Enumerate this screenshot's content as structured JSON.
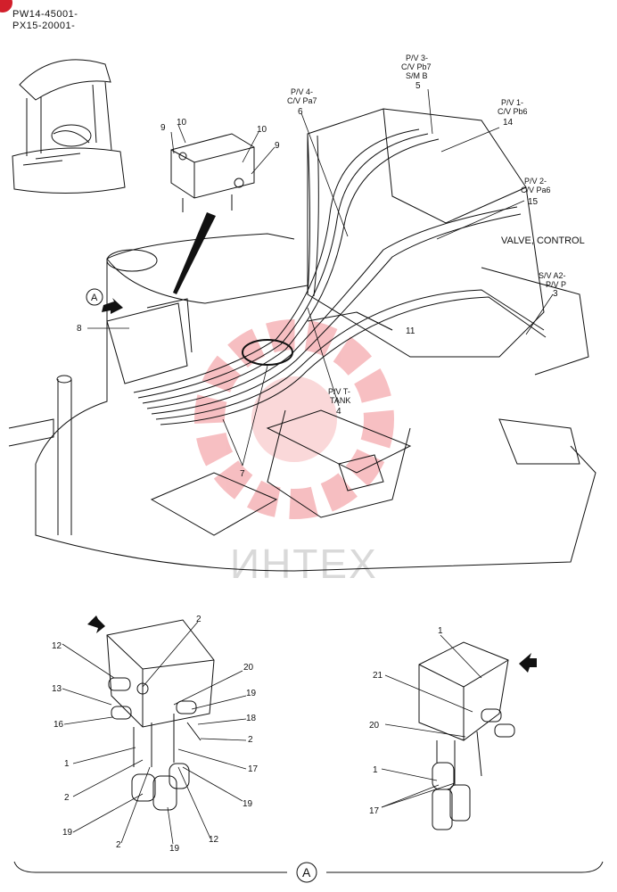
{
  "header": {
    "line1": "PW14-45001-",
    "line2": "PX15-20001-"
  },
  "callouts_main": {
    "c5_text": [
      "P/V 3-",
      "C/V Pb7",
      "S/M B"
    ],
    "c5": "5",
    "c6_text": [
      "P/V 4-",
      "C/V Pa7"
    ],
    "c6": "6",
    "c14_text": [
      "P/V 1-",
      "C/V Pb6"
    ],
    "c14": "14",
    "c15_text": [
      "P/V 2-",
      "C/V Pa6"
    ],
    "c15": "15",
    "c3_text": [
      "S/V A2-",
      "P/V P"
    ],
    "c3": "3",
    "c4_text": [
      "P/V T-",
      "TANK"
    ],
    "c4": "4",
    "valve_label": "VALVE, CONTROL",
    "n9a": "9",
    "n10a": "10",
    "n10b": "10",
    "n9b": "9",
    "n8": "8",
    "n11": "11",
    "n7": "7",
    "view_a": "A"
  },
  "callouts_left": {
    "a2_top": "2",
    "a12_top": "12",
    "a20": "20",
    "a13": "13",
    "a19_r1": "19",
    "a16": "16",
    "a18": "18",
    "a2_r": "2",
    "a1": "1",
    "a17": "17",
    "a2_l": "2",
    "a19_r2": "19",
    "a19_l": "19",
    "a2_b": "2",
    "a12_b": "12",
    "a19_b": "19"
  },
  "callouts_right": {
    "b1_top": "1",
    "b21": "21",
    "b20": "20",
    "b1": "1",
    "b17": "17"
  },
  "watermark": "ИНТЕХ",
  "section_label": "A",
  "colors": {
    "line": "#111111",
    "logo_red": "#e8474f",
    "badge": "#d21f2b",
    "watermark": "#d9d9d9"
  }
}
